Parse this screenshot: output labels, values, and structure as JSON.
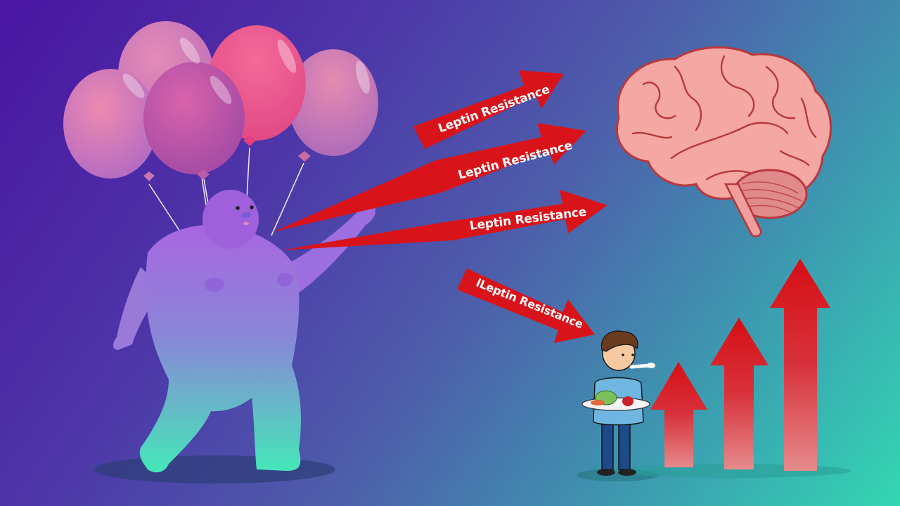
{
  "illustration": {
    "subject": "leptin-resistance-infographic",
    "colors": {
      "bg_top_left": "#4a15a2",
      "bg_bottom_right": "#33d6b3",
      "arrow_red": "#d8141a",
      "brain_pink": "#f4a7a3",
      "brain_outline": "#b8383c",
      "figure_top": "#a866e0",
      "figure_bottom": "#44e8b8"
    },
    "arrows": [
      {
        "label": "Leptin Resistance"
      },
      {
        "label": "Leptin Resistance"
      },
      {
        "label": "Leptin Resistance"
      },
      {
        "label": "lLeptin Resistance"
      }
    ],
    "growth_arrows": [
      {
        "height": "short"
      },
      {
        "height": "medium"
      },
      {
        "height": "tall"
      }
    ],
    "elements": [
      "balloons",
      "obese-figure",
      "brain",
      "boy-eating",
      "rising-arrows"
    ]
  }
}
